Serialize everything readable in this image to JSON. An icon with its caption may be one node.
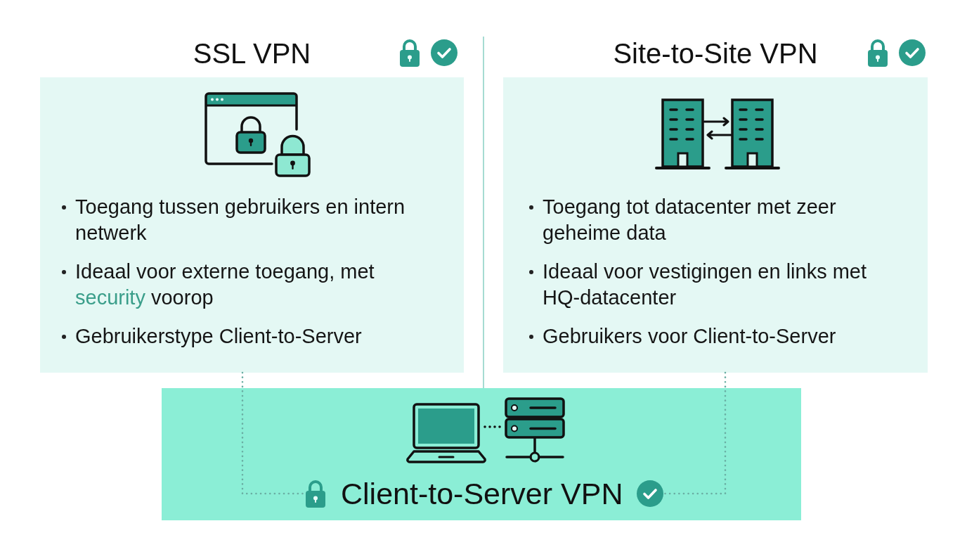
{
  "diagram": {
    "nodes": [
      {
        "text": [
          "SSL VPN",
          "Toegang tussen gebruikers en intern netwerk",
          "Ideaal voor externe toegang, met **security** voorop",
          "Gebruikerstype Client-to-Server"
        ]
      },
      {
        "text": [
          "Site-to-Site VPN",
          "Toegang tot datacenter met zeer geheime data",
          "Ideaal voor vestigingen en links met HQ-datacenter",
          "Gebruikers voor Client-to-Server"
        ]
      },
      {
        "text": [],
        "shape": "box"
      },
      {
        "text": [
          "Client-to-Server VPN"
        ],
        "in": 2
      }
    ],
    "edges": [
      {
        "from": 0,
        "to": 3,
        "arrow": "none",
        "style": "dashed"
      },
      {
        "from": 1,
        "to": 3,
        "arrow": "none",
        "style": "dashed"
      }
    ]
  }
}
